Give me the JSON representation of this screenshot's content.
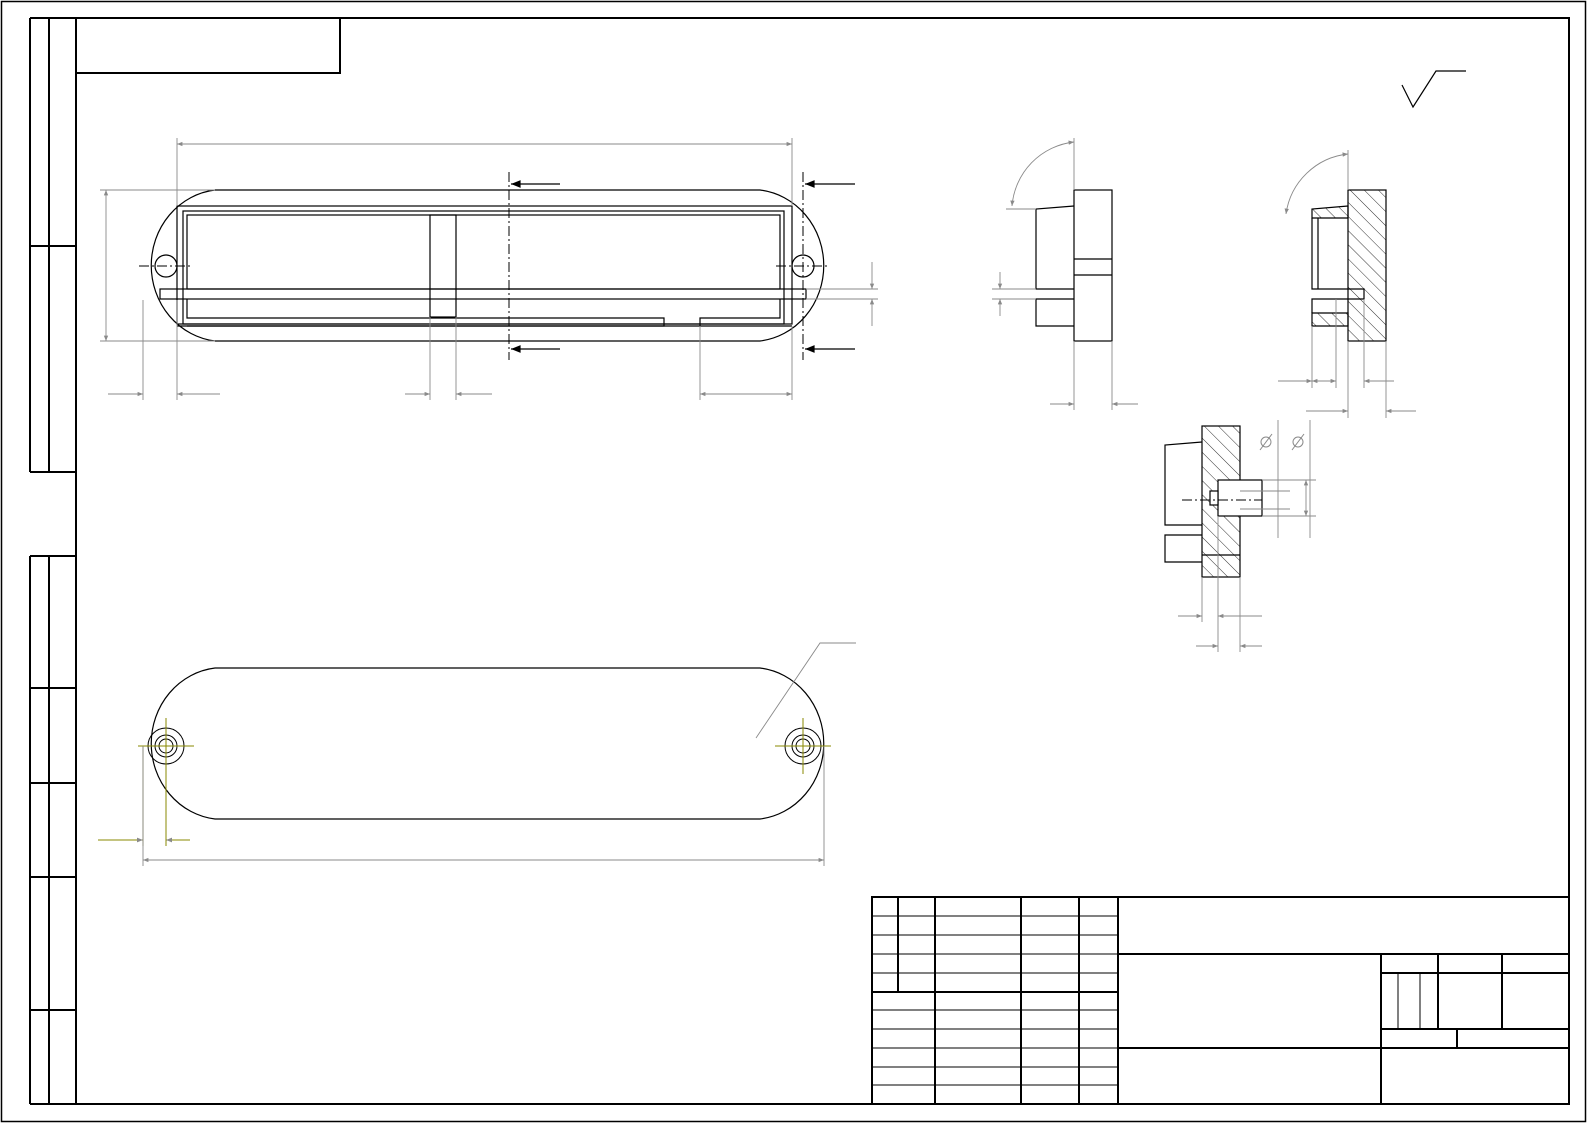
{
  "sheet": {
    "format": "A3",
    "orientation": "landscape",
    "title_block_text": [],
    "surface_finish_symbol": "roughness-check-mark",
    "diameter_symbol": "⌀"
  },
  "views": {
    "front": "section-arrows-view",
    "bottom": "bottom-view-with-holes",
    "side_left": "side-view",
    "side_section": "section-view-hatched",
    "detail_section": "detail-section-hatched"
  },
  "colors": {
    "line": "#000000",
    "dimension": "#7f7f7f",
    "hatch": "#000000",
    "centerline_yellow": "#8a8a00",
    "marker_blue": "#0000ff"
  }
}
